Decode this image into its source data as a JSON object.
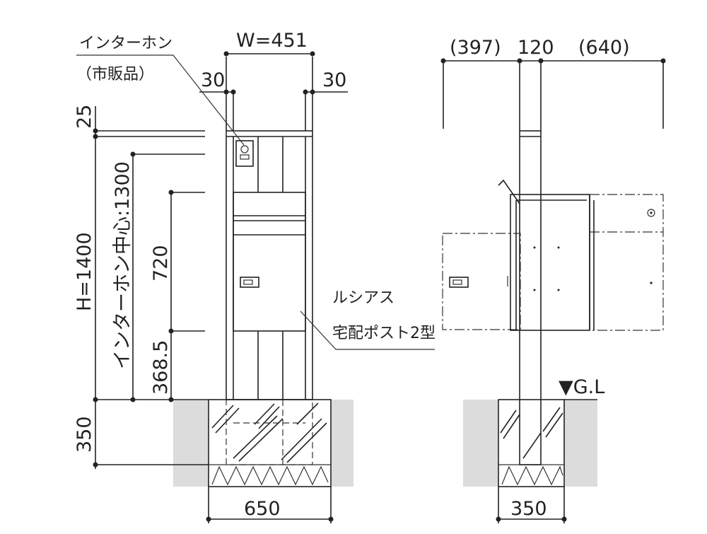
{
  "labels": {
    "intercom_line1": "インターホン",
    "intercom_line2": "（市販品）",
    "post_line1": "ルシアス",
    "post_line2": "宅配ポスト2型",
    "ground_level": "▼G.L"
  },
  "dimensions": {
    "width": "W=451",
    "side_left": "30",
    "side_right": "30",
    "top_25": "25",
    "height": "H=1400",
    "intercom_center": "インターホン中心:1300",
    "box_720": "720",
    "box_bottom": "368.5",
    "depth_350": "350",
    "base_650": "650",
    "side_397": "(397)",
    "side_120": "120",
    "side_640": "(640)",
    "side_base_350": "350"
  }
}
